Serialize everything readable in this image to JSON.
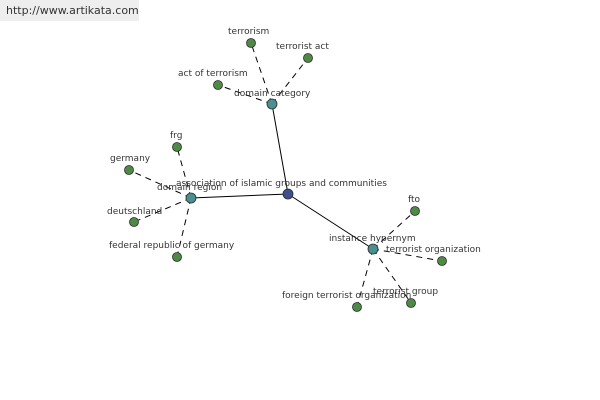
{
  "watermark": "http://www.artikata.com",
  "colors": {
    "root": "#3d4f8f",
    "hub": "#4a9090",
    "leaf": "#4e8a46",
    "node_stroke": "#2b2b2b"
  },
  "graph": {
    "root": {
      "id": "root",
      "label": "association of islamic groups and communities"
    },
    "hubs": [
      {
        "id": "domain-category",
        "label": "domain category",
        "leaves": [
          "terrorism",
          "terrorist act",
          "act of terrorism"
        ]
      },
      {
        "id": "domain-region",
        "label": "domain region",
        "leaves": [
          "frg",
          "germany",
          "deutschland",
          "federal republic of germany"
        ]
      },
      {
        "id": "instance-hypernym",
        "label": "instance hypernym",
        "leaves": [
          "fto",
          "terrorist organization",
          "terrorist group",
          "foreign terrorist organization"
        ]
      }
    ]
  }
}
